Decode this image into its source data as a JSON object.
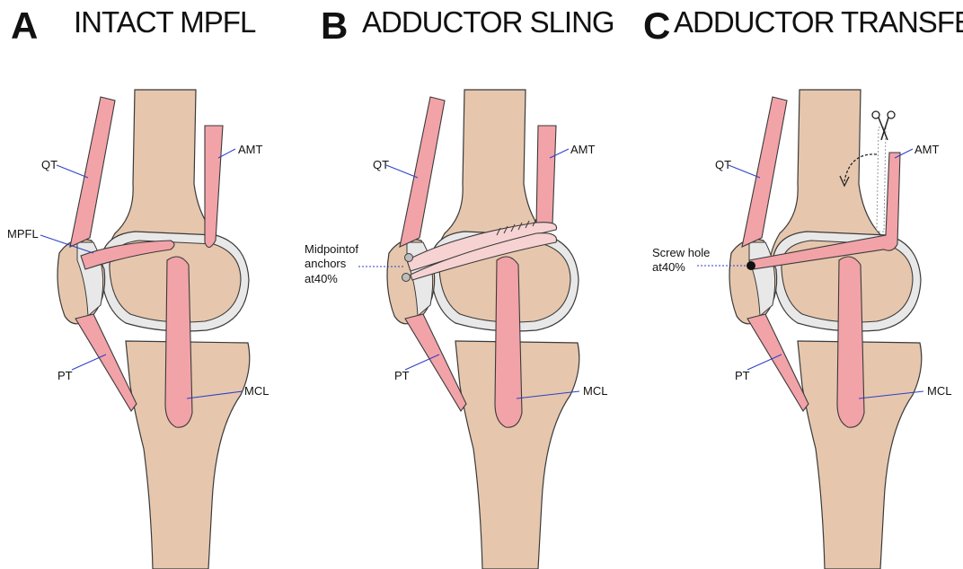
{
  "panels": [
    {
      "letter": "A",
      "title": "INTACT MPFL",
      "labels": {
        "qt": "QT",
        "amt": "AMT",
        "mpfl": "MPFL",
        "pt": "PT",
        "mcl": "MCL"
      }
    },
    {
      "letter": "B",
      "title": "ADDUCTOR SLING",
      "labels": {
        "qt": "QT",
        "amt": "AMT",
        "pt": "PT",
        "mcl": "MCL",
        "anchor_note_1": "Midpointof",
        "anchor_note_2": "anchors",
        "anchor_note_3": "at40%"
      }
    },
    {
      "letter": "C",
      "title": "ADDUCTOR TRANSFER",
      "labels": {
        "qt": "QT",
        "amt": "AMT",
        "pt": "PT",
        "mcl": "MCL",
        "screw_note_1": "Screw hole",
        "screw_note_2": "at40%"
      }
    }
  ],
  "colors": {
    "bone": "#e6c7ad",
    "tendon": "#f2a3a8",
    "cartilage": "#e8e8e8",
    "outline": "#3a3a3a",
    "leader": "#2b3fc9"
  },
  "icons": [
    "scissors-icon",
    "curved-arrow-icon"
  ]
}
